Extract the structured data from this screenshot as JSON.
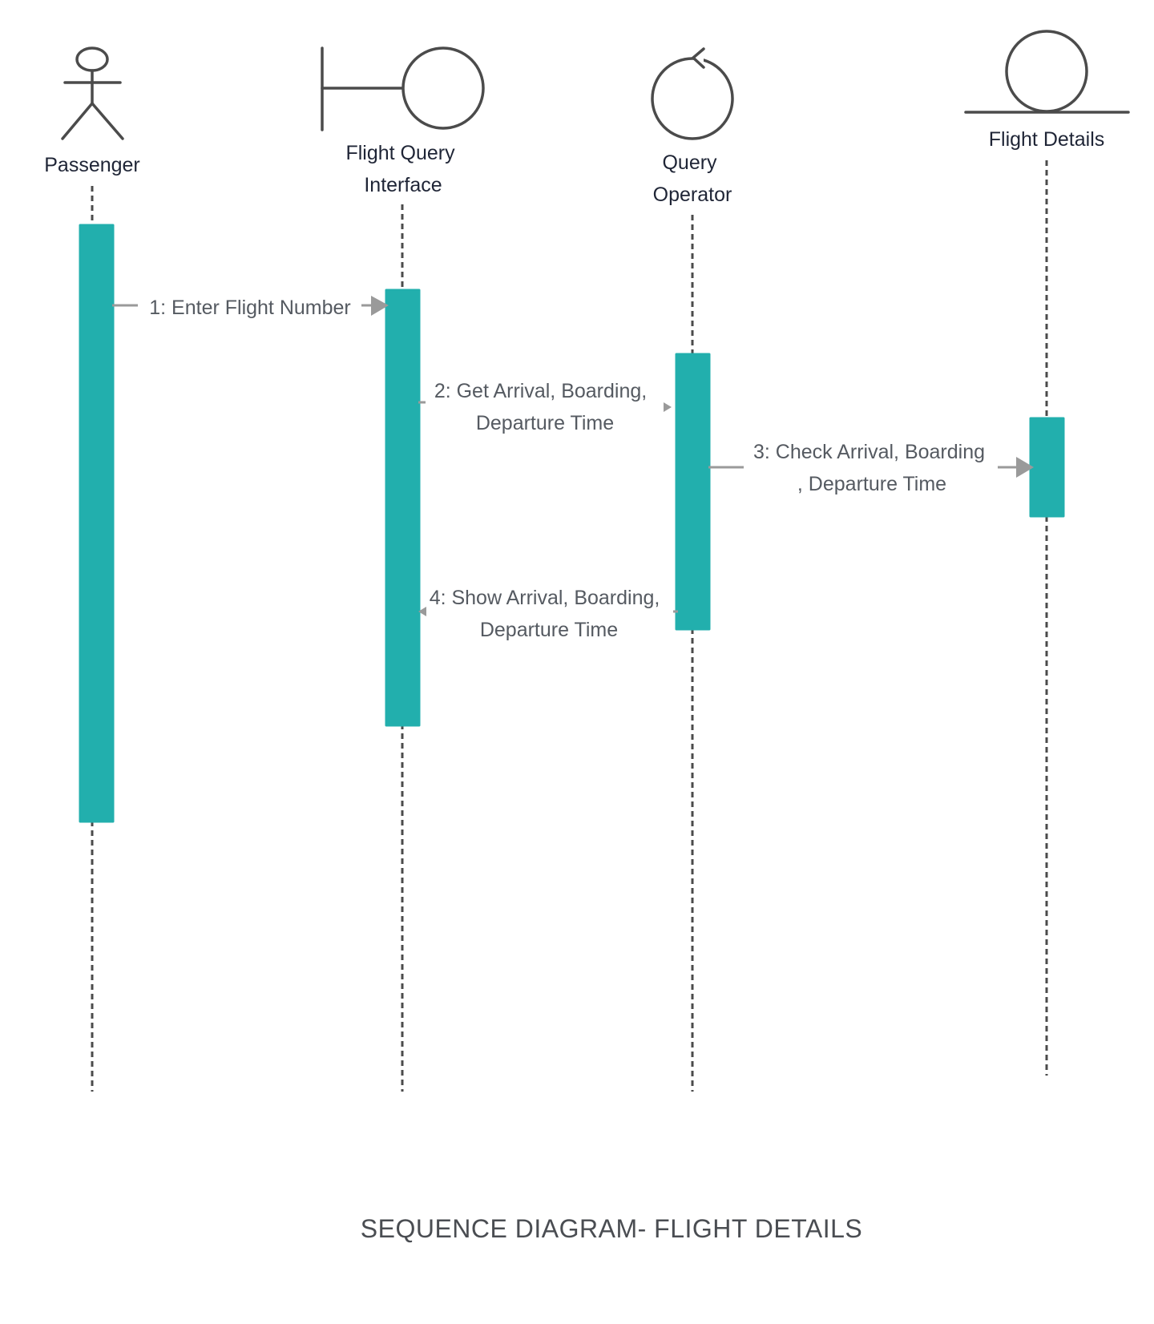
{
  "title": "SEQUENCE DIAGRAM- FLIGHT DETAILS",
  "participants": [
    {
      "id": "passenger",
      "symbol": "actor-icon",
      "label_lines": [
        "Passenger"
      ]
    },
    {
      "id": "flight-query-interface",
      "symbol": "boundary-icon",
      "label_lines": [
        "Flight Query",
        "Interface"
      ]
    },
    {
      "id": "query-operator",
      "symbol": "control-icon",
      "label_lines": [
        "Query",
        "Operator"
      ]
    },
    {
      "id": "flight-details",
      "symbol": "entity-icon",
      "label_lines": [
        "Flight Details"
      ]
    }
  ],
  "messages": [
    {
      "number": 1,
      "from": "passenger",
      "to": "flight-query-interface",
      "label_lines": [
        "1: Enter Flight Number"
      ]
    },
    {
      "number": 2,
      "from": "flight-query-interface",
      "to": "query-operator",
      "label_lines": [
        "2: Get Arrival, Boarding,",
        "Departure Time"
      ]
    },
    {
      "number": 3,
      "from": "query-operator",
      "to": "flight-details",
      "label_lines": [
        "3: Check Arrival, Boarding",
        ", Departure Time"
      ]
    },
    {
      "number": 4,
      "from": "query-operator",
      "to": "flight-query-interface",
      "label_lines": [
        "4: Show Arrival, Boarding,",
        "Departure Time"
      ]
    }
  ],
  "colors": {
    "activation": "#22afad",
    "symbol_stroke": "#4b4b4b",
    "message_line": "#9a9a9a",
    "label_text": "#1f2536",
    "message_text": "#555a61",
    "title_text": "#4a4d52"
  }
}
